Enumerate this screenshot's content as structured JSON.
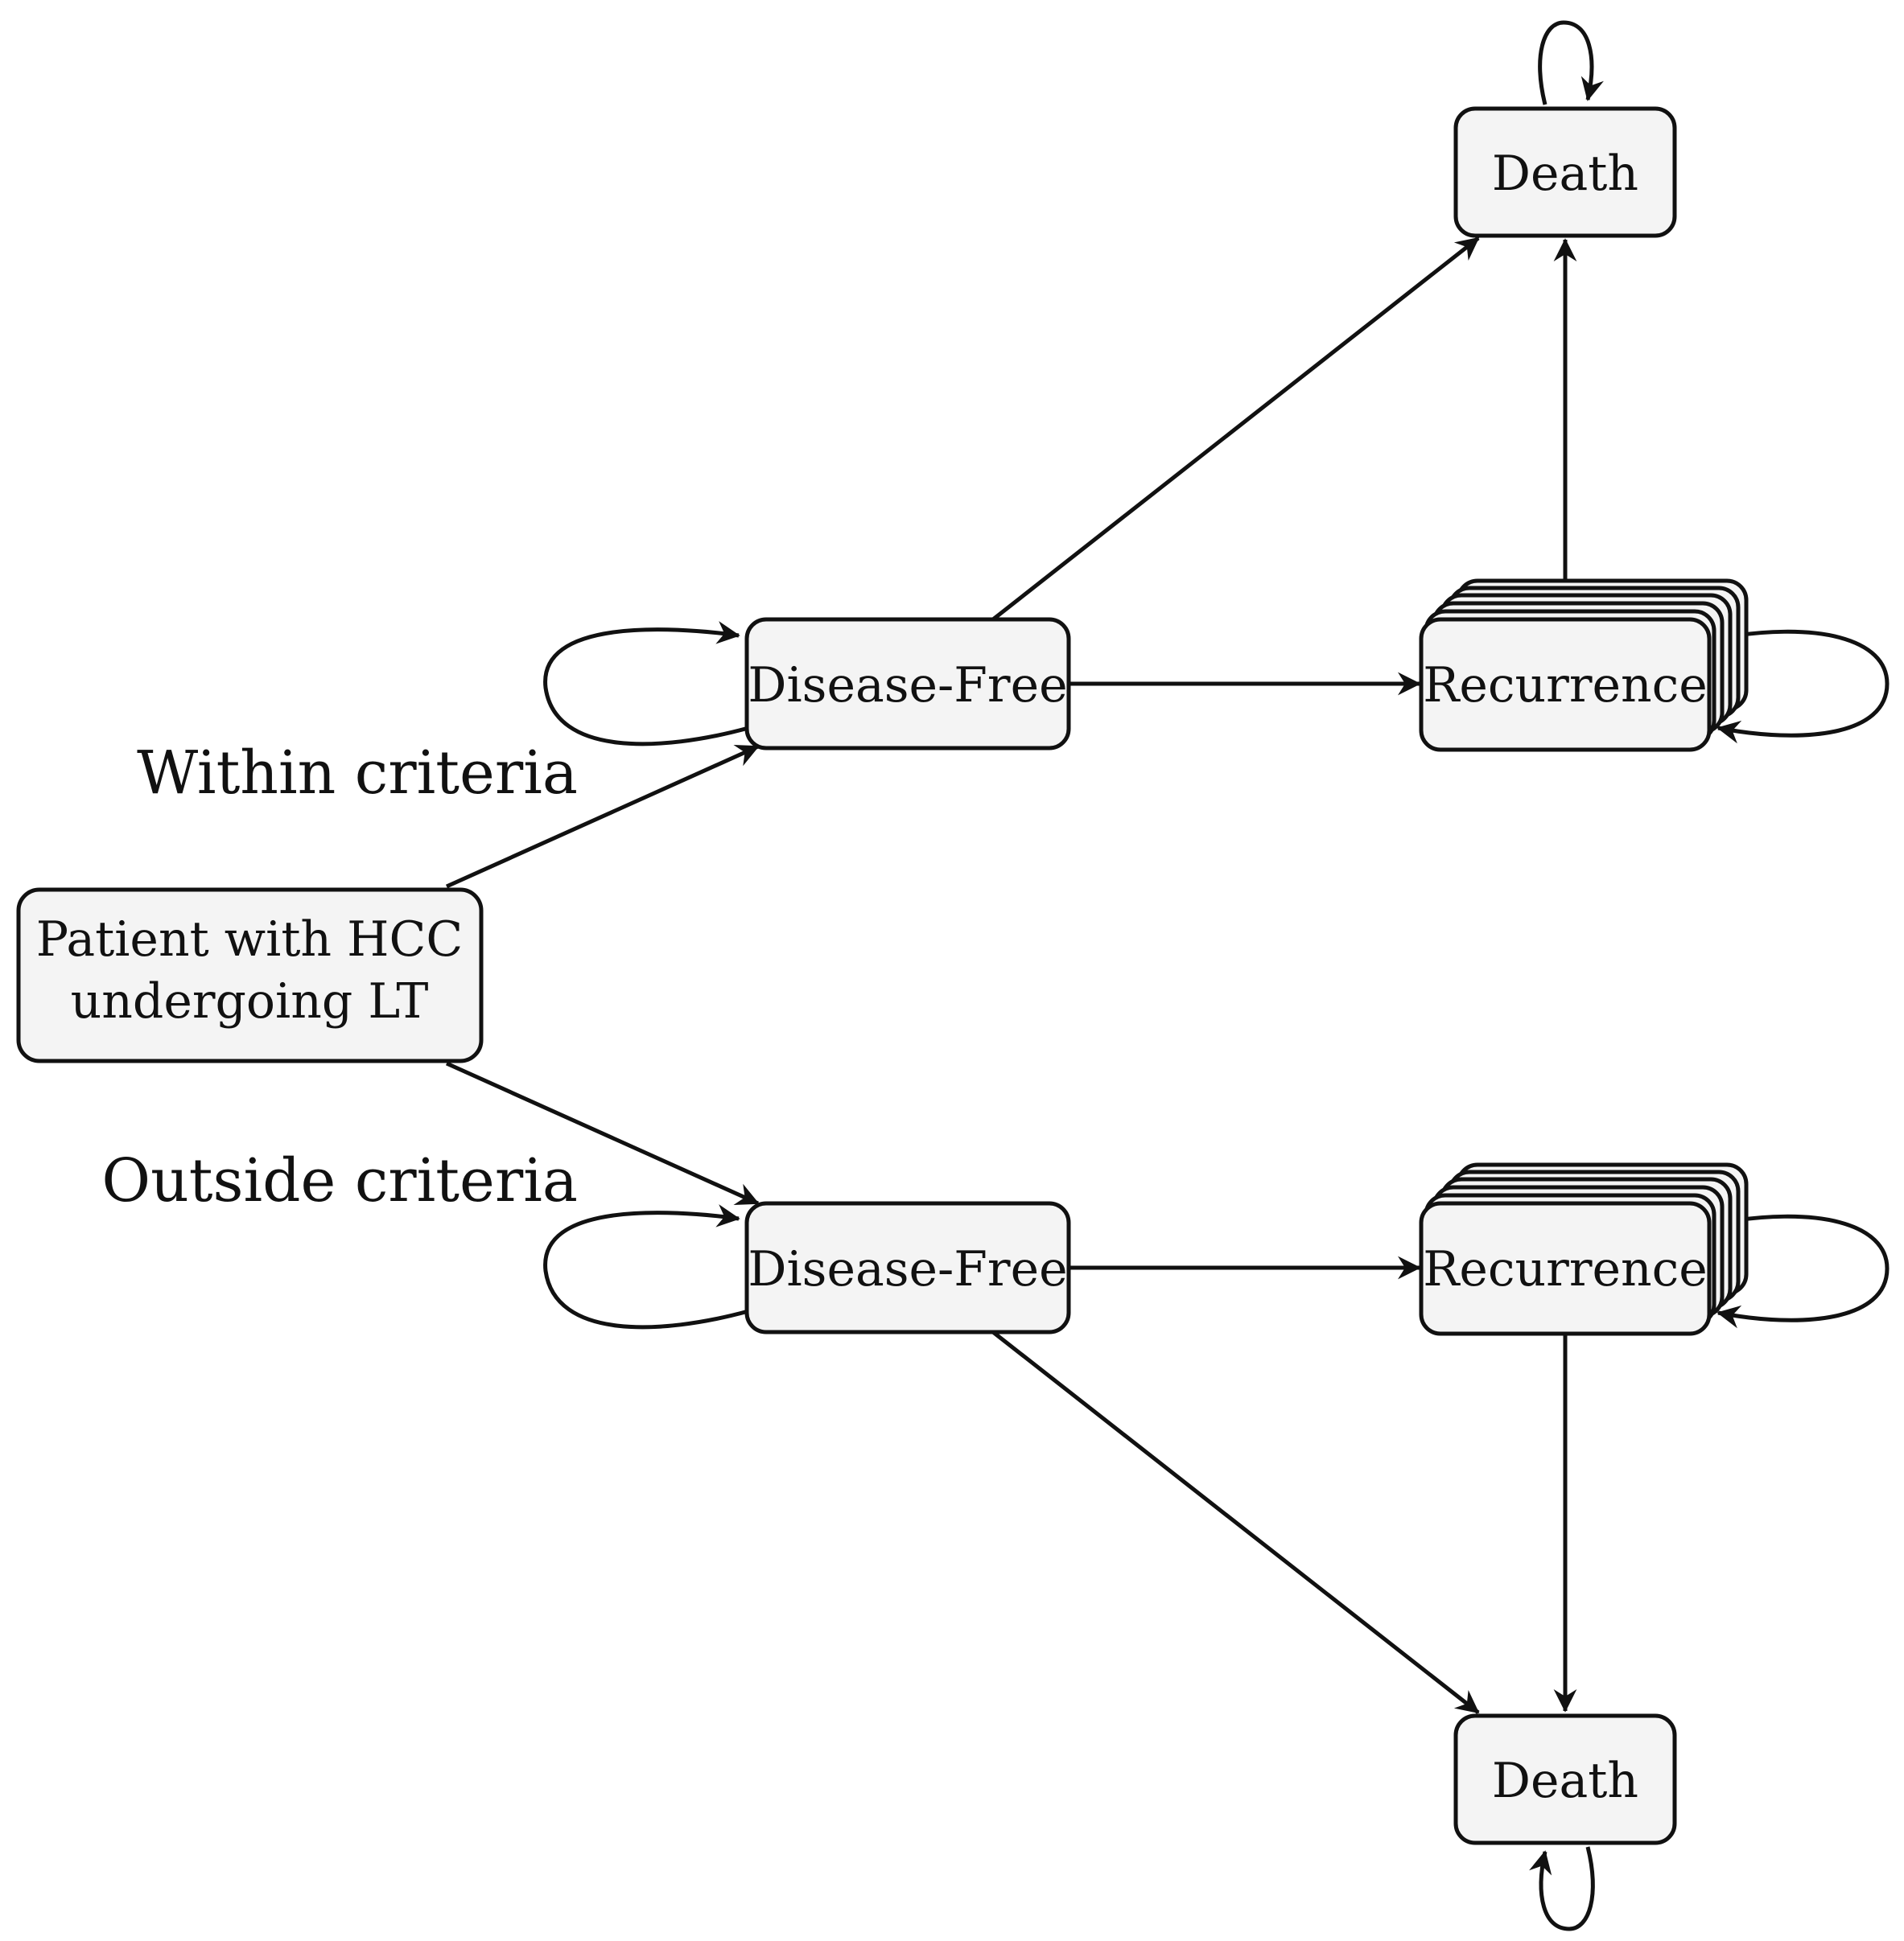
{
  "nodes": {
    "start": {
      "line1": "Patient with HCC",
      "line2": "undergoing LT"
    },
    "within_disease_free": "Disease-Free",
    "within_recurrence": "Recurrence",
    "within_death": "Death",
    "outside_disease_free": "Disease-Free",
    "outside_recurrence": "Recurrence",
    "outside_death": "Death"
  },
  "branches": {
    "within": "Within criteria",
    "outside": "Outside criteria"
  },
  "colors": {
    "node_fill": "#f4f4f4",
    "stroke": "#111111"
  }
}
